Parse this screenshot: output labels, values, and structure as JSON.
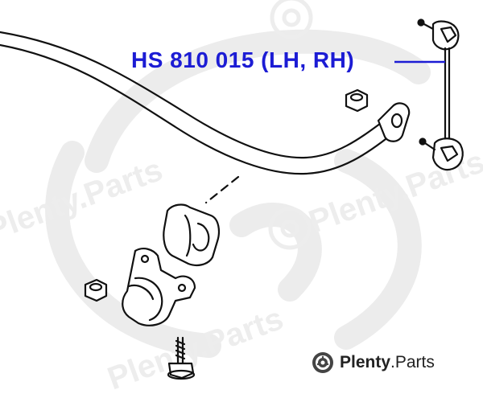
{
  "callout": {
    "part_number": "HS 810 015 (LH, RH)",
    "color": "#1c1cd4"
  },
  "brand": {
    "logo_icon": "brake-disc-icon",
    "name": "Plenty",
    "suffix": ".Parts"
  },
  "watermark": {
    "text": "Plenty.Parts"
  },
  "colors": {
    "line_art": "#111111",
    "watermark": "#e9e9e9"
  }
}
